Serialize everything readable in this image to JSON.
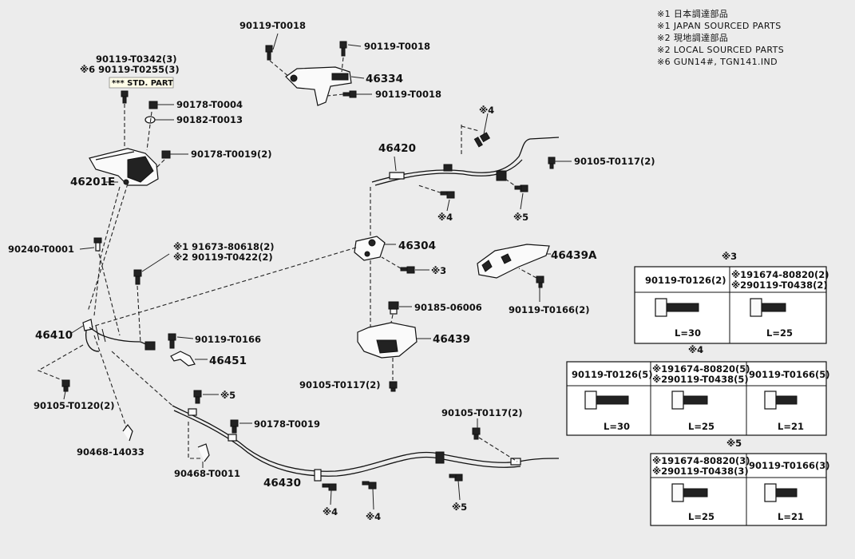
{
  "legend": [
    "※1 日本調達部品",
    "※1 JAPAN SOURCED PARTS",
    "※2 現地調達部品",
    "※2 LOCAL SOURCED PARTS",
    "※6 GUN14#, TGN141.IND"
  ],
  "std_part_tag": "*** STD. PART",
  "labels": {
    "p90119_T0018_a": "90119-T0018",
    "p90119_T0018_b": "90119-T0018",
    "p46334": "46334",
    "p90119_T0018_c": "90119-T0018",
    "p90119_T0342": "90119-T0342(3)",
    "p90119_T0255": "※6 90119-T0255(3)",
    "p90178_T0004": "90178-T0004",
    "p90182_T0013": "90182-T0013",
    "p90178_T0019_2": "90178-T0019(2)",
    "p46201E": "46201E",
    "p46420": "46420",
    "n4_top": "※4",
    "p90105_T0117_2_top": "90105-T0117(2)",
    "n4_mid": "※4",
    "n5_mid": "※5",
    "p90240_T0001": "90240-T0001",
    "p91673_80618": "※1 91673-80618(2)",
    "p90119_T0422": "※2 90119-T0422(2)",
    "p46304": "46304",
    "n3_mid": "※3",
    "p46439A": "46439A",
    "p90119_T0166_2": "90119-T0166(2)",
    "p90185_06006": "90185-06006",
    "p46410": "46410",
    "p90119_T0166": "90119-T0166",
    "p46451": "46451",
    "p46439": "46439",
    "p90105_T0117_2_mid": "90105-T0117(2)",
    "p90105_T0120": "90105-T0120(2)",
    "n5_lower": "※5",
    "p90178_T0019": "90178-T0019",
    "p90105_T0117_2_right": "90105-T0117(2)",
    "p90468_14033": "90468-14033",
    "p90468_T0011": "90468-T0011",
    "p46430": "46430",
    "n4_bot1": "※4",
    "n4_bot2": "※4",
    "n5_bot": "※5"
  },
  "tables": [
    {
      "title": "※3",
      "cols": [
        {
          "header": [
            "90119-T0126(2)"
          ],
          "length": "L=30"
        },
        {
          "header": [
            "※191674-80820(2)",
            "※290119-T0438(2)"
          ],
          "length": "L=25"
        }
      ]
    },
    {
      "title": "※4",
      "cols": [
        {
          "header": [
            "90119-T0126(5)"
          ],
          "length": "L=30"
        },
        {
          "header": [
            "※191674-80820(5)",
            "※290119-T0438(5)"
          ],
          "length": "L=25"
        },
        {
          "header": [
            "90119-T0166(5)"
          ],
          "length": "L=21"
        }
      ]
    },
    {
      "title": "※5",
      "cols": [
        {
          "header": [
            "※191674-80820(3)",
            "※290119-T0438(3)"
          ],
          "length": "L=25"
        },
        {
          "header": [
            "90119-T0166(3)"
          ],
          "length": "L=21"
        }
      ]
    }
  ]
}
